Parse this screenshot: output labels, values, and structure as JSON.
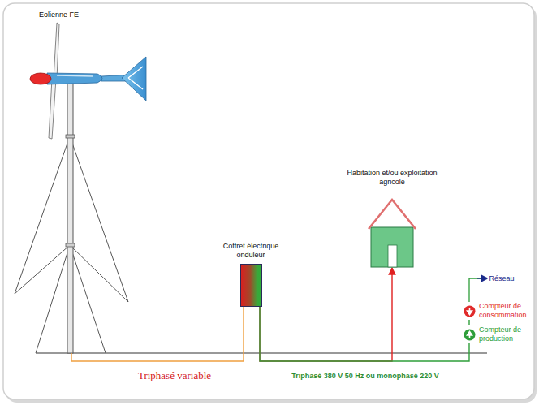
{
  "diagram": {
    "nodes": [
      {
        "text": [
          "Eolienne FE"
        ]
      },
      {
        "text": [
          "Coffret électrique onduleur"
        ]
      },
      {
        "text": [
          "Habitation et/ou exploitation agricole"
        ]
      },
      {
        "text": [
          "Compteur de consommation"
        ]
      },
      {
        "text": [
          "Compteur de production"
        ]
      }
    ],
    "edges": [
      {
        "from": 0,
        "to": 1,
        "arrow": "none",
        "label": "Triphasé variable"
      },
      {
        "from": 1,
        "to": 2,
        "arrow": "to"
      },
      {
        "from": 1,
        "to": 4,
        "arrow": "none",
        "label": "Triphasé 380 V 50 Hz ou monophasé 220 V"
      },
      {
        "from": 4,
        "to": 3,
        "arrow": "none"
      }
    ],
    "labels": [
      "Réseau"
    ]
  }
}
